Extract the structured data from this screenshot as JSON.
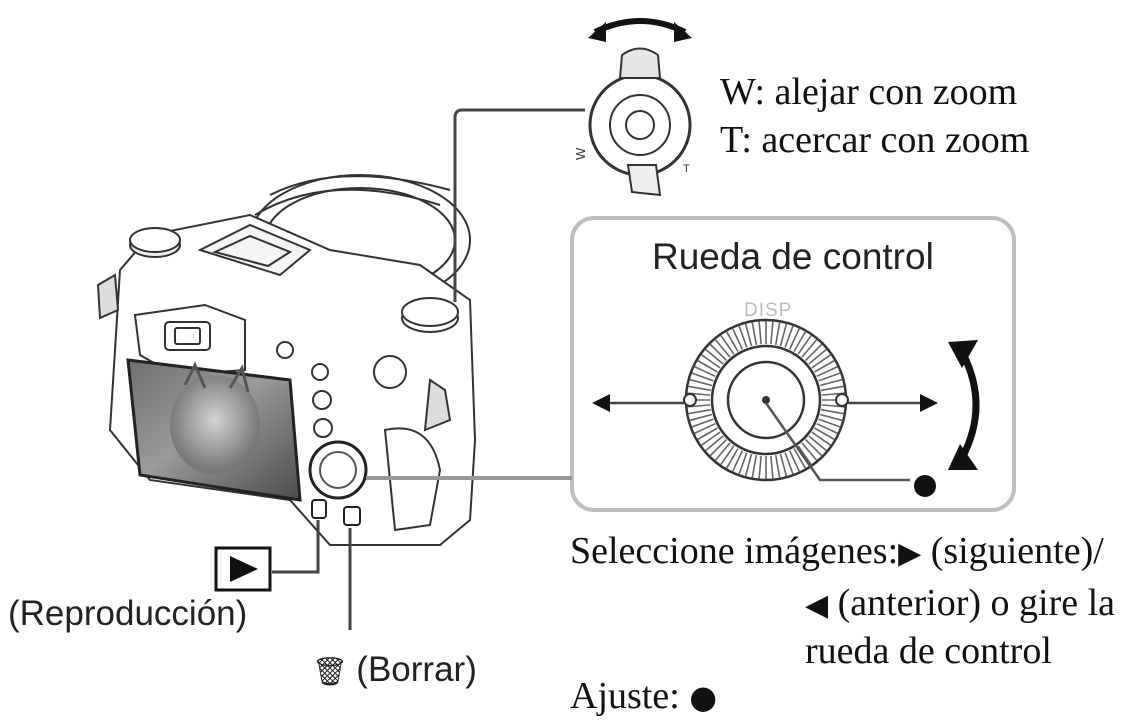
{
  "zoom": {
    "wide": "W: alejar con zoom",
    "tele": "T: acercar con zoom",
    "lever_w_mark": "W",
    "lever_t_mark": "T"
  },
  "control_wheel": {
    "title": "Rueda de control",
    "disp_label": "DISP"
  },
  "select": {
    "line1_prefix": "Seleccione imágenes:",
    "next_glyph": "▶",
    "line1_suffix": " (siguiente)/",
    "prev_glyph": "◀",
    "line2_suffix": " (anterior) o gire la",
    "line3": "rueda de control"
  },
  "adjust": {
    "label": "Ajuste: ",
    "glyph": "●"
  },
  "playback": {
    "icon_glyph": "▶",
    "label": "(Reproducción)"
  },
  "delete": {
    "icon_glyph": "🗑",
    "label": "(Borrar)"
  },
  "colors": {
    "line": "#444444",
    "frame": "#bdbdbd",
    "ink": "#111111",
    "screen": "#8a8a8a"
  }
}
